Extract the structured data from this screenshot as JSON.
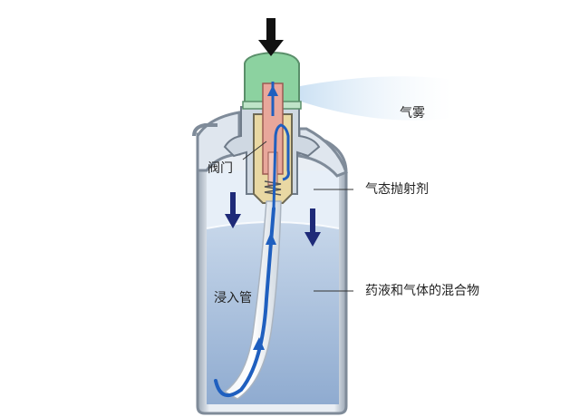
{
  "diagram": {
    "labels": {
      "spray": "气雾",
      "valve": "阀门",
      "propellant": "气态抛射剂",
      "dip_tube": "浸入管",
      "mixture": "药液和气体的混合物"
    },
    "colors": {
      "can_outline": "#8e9aa8",
      "gas_region": "#e7eff8",
      "liquid": "#a7c0dd",
      "actuator": "#8cd2a0",
      "valve_housing": "#e9d8a3",
      "valve_insert": "#e8a79b",
      "flow_arrow": "#1f5fbf",
      "force_arrow": "#1e2a78",
      "press_arrow": "#111111"
    },
    "icons": [
      "press-down-arrow-icon",
      "gas-pressure-arrow-icon",
      "flow-arrow-icon"
    ]
  }
}
